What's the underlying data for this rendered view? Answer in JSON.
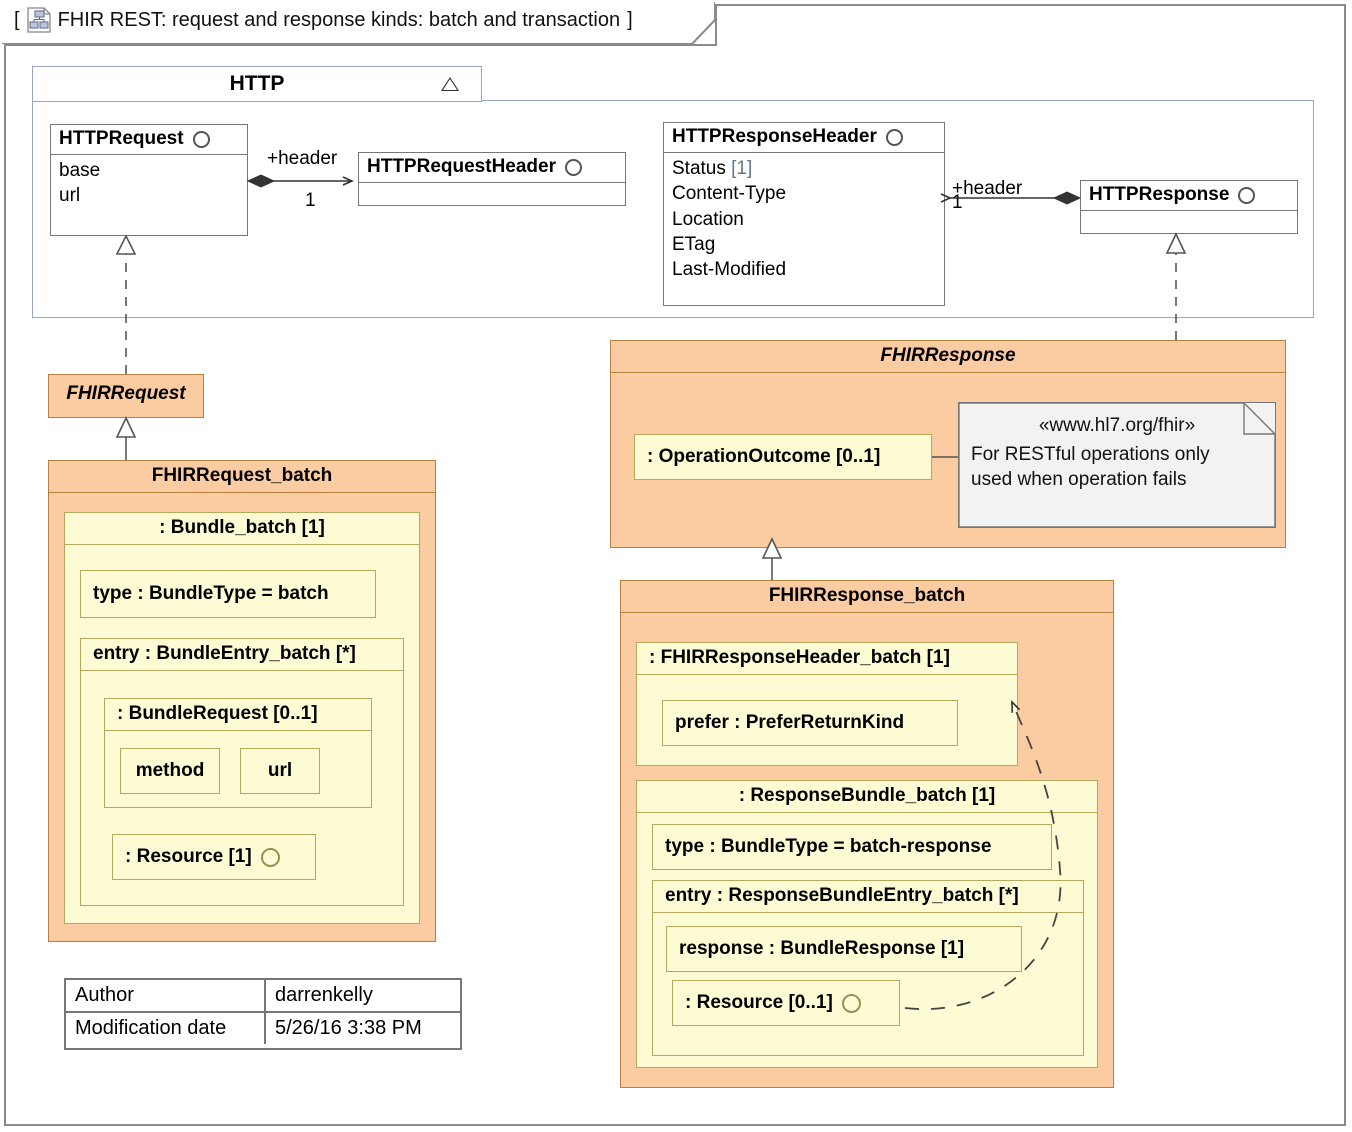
{
  "diagram": {
    "frame_label": "FHIR REST: request and response kinds: batch and transaction",
    "frame_bracket_open": "[",
    "frame_bracket_close": "]",
    "frame_icon": "class-diagram-icon"
  },
  "package": {
    "name": "HTTP",
    "collapse_icon": "triangle-icon"
  },
  "classes": {
    "http_request": {
      "name": "HTTPRequest",
      "interface_icon": "interface-circle-icon",
      "attributes": [
        "base",
        "url"
      ]
    },
    "http_request_header": {
      "name": "HTTPRequestHeader",
      "interface_icon": "interface-circle-icon",
      "attributes": []
    },
    "http_response_header": {
      "name": "HTTPResponseHeader",
      "interface_icon": "interface-circle-icon",
      "attributes": [
        "Status",
        "Content-Type",
        "Location",
        "ETag",
        "Last-Modified"
      ],
      "status_multiplicity": "[1]"
    },
    "http_response": {
      "name": "HTTPResponse",
      "interface_icon": "interface-circle-icon",
      "attributes": []
    }
  },
  "associations": {
    "request_header": {
      "role": "+header",
      "multiplicity": "1"
    },
    "response_header": {
      "role": "+header",
      "multiplicity": "1"
    }
  },
  "fhir_request": {
    "name": "FHIRRequest"
  },
  "fhir_request_batch": {
    "name": "FHIRRequest_batch",
    "bundle": {
      "title": ": Bundle_batch [1]",
      "type_part": "type : BundleType = batch",
      "entry": {
        "title": "entry : BundleEntry_batch [*]",
        "bundle_request": {
          "title": ": BundleRequest [0..1]",
          "parts": [
            "method",
            "url"
          ]
        },
        "resource": {
          "title": ": Resource [1]",
          "icon": "interface-circle-icon"
        }
      }
    }
  },
  "fhir_response": {
    "name": "FHIRResponse",
    "operation_outcome": ": OperationOutcome [0..1]",
    "note": {
      "stereotype": "«www.hl7.org/fhir»",
      "lines": [
        "For RESTful operations only",
        "used when operation fails"
      ]
    }
  },
  "fhir_response_batch": {
    "name": "FHIRResponse_batch",
    "header": {
      "title": ": FHIRResponseHeader_batch [1]",
      "prefer": "prefer : PreferReturnKind"
    },
    "bundle": {
      "title": ": ResponseBundle_batch [1]",
      "type_part": "type : BundleType = batch-response",
      "entry": {
        "title": "entry : ResponseBundleEntry_batch [*]",
        "response": "response : BundleResponse [1]",
        "resource": {
          "title": ": Resource [0..1]",
          "icon": "interface-circle-icon"
        }
      }
    }
  },
  "metadata": {
    "rows": [
      {
        "key": "Author",
        "value": "darrenkelly"
      },
      {
        "key": "Modification date",
        "value": "5/26/16 3:38 PM"
      }
    ]
  },
  "colors": {
    "orange_fill": "#FBCBA1",
    "orange_border": "#B5813F",
    "yellow_fill": "#FDFBD3",
    "yellow_border": "#B5A85F",
    "note_fill": "#F2F2F2",
    "package_border": "#9AA7C4",
    "frame_border": "#8A8A8A"
  }
}
